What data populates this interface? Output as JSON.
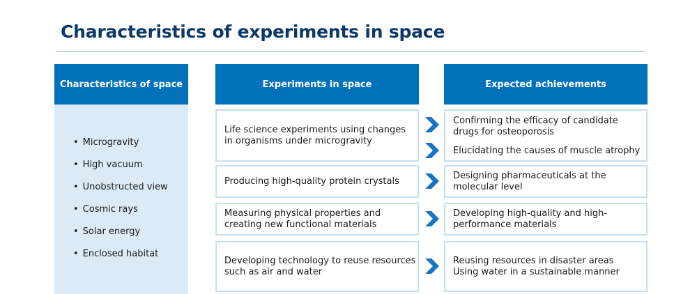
{
  "title": "Characteristics of experiments in space",
  "columns": {
    "characteristics": {
      "header": "Characteristics of space"
    },
    "experiments": {
      "header": "Experiments in space"
    },
    "achievements": {
      "header": "Expected achievements"
    }
  },
  "characteristics": [
    "Microgravity",
    "High vacuum",
    "Unobstructed view",
    "Cosmic rays",
    "Solar energy",
    "Enclosed habitat"
  ],
  "rows": [
    {
      "experiment": "Life science experiments using changes\nin organisms under microgravity",
      "achievements": [
        "Confirming the efficacy of candidate\ndrugs for osteoporosis",
        "Elucidating the causes of muscle atrophy"
      ]
    },
    {
      "experiment": "Producing high-quality protein crystals",
      "achievements": [
        "Designing pharmaceuticals at the\nmolecular level"
      ]
    },
    {
      "experiment": "Measuring physical properties and\ncreating new functional materials",
      "achievements": [
        "Developing high-quality and high-\nperformance materials"
      ]
    },
    {
      "experiment": "Developing technology to reuse resources\nsuch as air and water",
      "achievements": [
        "Reusing resources in disaster areas\nUsing water in a sustainable manner"
      ]
    }
  ],
  "icons": {
    "arrow": "chevron-right-icon"
  },
  "colors": {
    "header_bg": "#0071bb",
    "panel_bg": "#dbeaf7",
    "box_border": "#c6dff3",
    "title": "#0c3769",
    "arrow": "#1a74c6"
  }
}
